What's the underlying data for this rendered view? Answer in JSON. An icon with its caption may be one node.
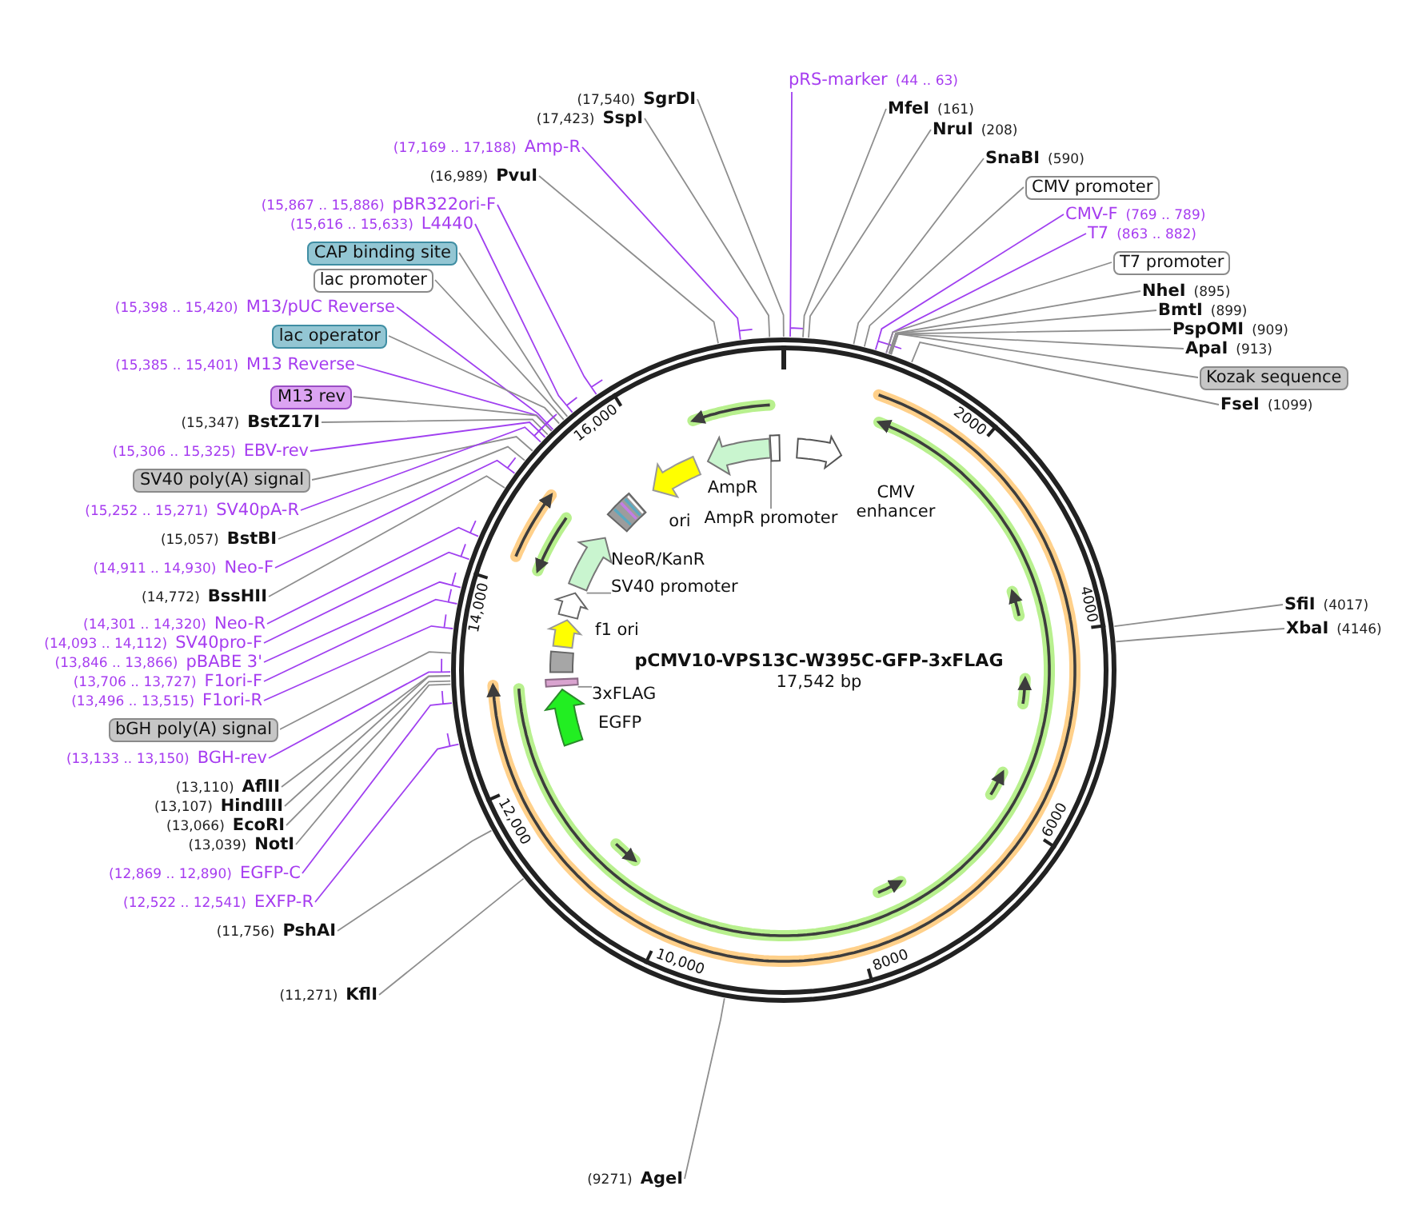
{
  "diagram": {
    "nodes": [
      {
        "text": [
          "pCMV10-VPS13C-W395C-GFP-3xFLAG",
          "17,542 bp"
        ]
      },
      {
        "text": [],
        "shape": "arrow",
        "beside": [
          "CMV enhancer"
        ],
        "in": 0
      },
      {
        "text": [],
        "shape": "box",
        "in": 0
      },
      {
        "text": [
          "AmpR promoter"
        ],
        "in": 0
      },
      {
        "text": [],
        "shape": "arrow",
        "beside": [
          "AmpR"
        ],
        "in": 0
      },
      {
        "text": [],
        "shape": "arrow",
        "beside": [
          "ori"
        ],
        "in": 0
      },
      {
        "text": [],
        "shape": "box",
        "in": 0
      },
      {
        "text": [],
        "shape": "arrow",
        "beside": [
          "NeoR/KanR"
        ],
        "in": 0
      },
      {
        "text": [],
        "shape": "arrow",
        "in": 0
      },
      {
        "text": [
          "SV40 promoter"
        ],
        "in": 0
      },
      {
        "text": [],
        "shape": "arrow",
        "beside": [
          "f1 ori"
        ],
        "in": 0
      },
      {
        "text": [],
        "shape": "box",
        "in": 0
      },
      {
        "text": [],
        "shape": "bar",
        "in": 0
      },
      {
        "text": [
          "3xFLAG"
        ],
        "in": 0
      },
      {
        "text": [],
        "shape": "arrow",
        "beside": [
          "EGFP"
        ],
        "in": 0
      },
      {
        "text": [
          "(17,540)",
          "SgrDI"
        ]
      },
      {
        "text": [
          "(17,423)",
          "SspI"
        ]
      },
      {
        "text": [
          "(17,169 .. 17,188)",
          "Amp-R"
        ]
      },
      {
        "text": [
          "(16,989)",
          "PvuI"
        ]
      },
      {
        "text": [
          "(15,867 .. 15,886)",
          "pBR322ori-F"
        ]
      },
      {
        "text": [
          "(15,616 .. 15,633)",
          "L4440"
        ]
      },
      {
        "text": [
          "CAP binding site"
        ]
      },
      {
        "text": [
          "lac promoter"
        ]
      },
      {
        "text": [
          "(15,398 .. 15,420)",
          "M13/pUC Reverse"
        ]
      },
      {
        "text": [
          "lac operator"
        ]
      },
      {
        "text": [
          "(15,385 .. 15,401)",
          "M13 Reverse"
        ]
      },
      {
        "text": [
          "M13 rev"
        ]
      },
      {
        "text": [
          "(15,347)",
          "BstZ17I"
        ]
      },
      {
        "text": [
          "(15,306 .. 15,325)",
          "EBV-rev"
        ]
      },
      {
        "text": [
          "SV40 poly(A) signal"
        ]
      },
      {
        "text": [
          "(15,252 .. 15,271)",
          "SV40pA-R"
        ]
      },
      {
        "text": [
          "(15,057)",
          "BstBI"
        ]
      },
      {
        "text": [
          "(14,911 .. 14,930)",
          "Neo-F"
        ]
      },
      {
        "text": [
          "(14,772)",
          "BssHII"
        ]
      },
      {
        "text": [
          "(14,301 .. 14,320)",
          "Neo-R"
        ]
      },
      {
        "text": [
          "(14,093 .. 14,112)",
          "SV40pro-F"
        ]
      },
      {
        "text": [
          "(13,846 .. 13,866)",
          "pBABE 3'"
        ]
      },
      {
        "text": [
          "(13,706 .. 13,727)",
          "F1ori-F"
        ]
      },
      {
        "text": [
          "(13,496 .. 13,515)",
          "F1ori-R"
        ]
      },
      {
        "text": [
          "bGH poly(A) signal"
        ]
      },
      {
        "text": [
          "(13,133 .. 13,150)",
          "BGH-rev"
        ]
      },
      {
        "text": [
          "(13,110)",
          "AflII"
        ]
      },
      {
        "text": [
          "(13,107)",
          "HindIII"
        ]
      },
      {
        "text": [
          "(13,066)",
          "EcoRI"
        ]
      },
      {
        "text": [
          "(13,039)",
          "NotI"
        ]
      },
      {
        "text": [
          "(12,869 .. 12,890)",
          "EGFP-C"
        ]
      },
      {
        "text": [
          "(12,522 .. 12,541)",
          "EXFP-R"
        ]
      },
      {
        "text": [
          "(11,756)",
          "PshAI"
        ]
      },
      {
        "text": [
          "(11,271)",
          "KflI"
        ]
      },
      {
        "text": [
          "(9271)",
          "AgeI"
        ]
      },
      {
        "text": [
          "pRS-marker",
          "(44 .. 63)"
        ]
      },
      {
        "text": [
          "MfeI",
          "(161)"
        ]
      },
      {
        "text": [
          "NruI",
          "(208)"
        ]
      },
      {
        "text": [
          "SnaBI",
          "(590)"
        ]
      },
      {
        "text": [
          "CMV promoter"
        ]
      },
      {
        "text": [
          "CMV-F",
          "(769 .. 789)"
        ]
      },
      {
        "text": [
          "T7",
          "(863 .. 882)"
        ]
      },
      {
        "text": [
          "T7 promoter"
        ]
      },
      {
        "text": [
          "NheI",
          "(895)"
        ]
      },
      {
        "text": [
          "BmtI",
          "(899)"
        ]
      },
      {
        "text": [
          "PspOMI",
          "(909)"
        ]
      },
      {
        "text": [
          "ApaI",
          "(913)"
        ]
      },
      {
        "text": [
          "Kozak sequence"
        ]
      },
      {
        "text": [
          "FseI",
          "(1099)"
        ]
      },
      {
        "text": [
          "SfiI",
          "(4017)"
        ]
      },
      {
        "text": [
          "XbaI",
          "(4146)"
        ]
      }
    ],
    "edges": [
      {
        "from": 15,
        "to": 0,
        "arrow": "none"
      },
      {
        "from": 16,
        "to": 0,
        "arrow": "none"
      },
      {
        "from": 17,
        "to": 0,
        "arrow": "none",
        "color": "#a040f0"
      },
      {
        "from": 18,
        "to": 0,
        "arrow": "none"
      },
      {
        "from": 19,
        "to": 0,
        "arrow": "none",
        "color": "#a040f0"
      },
      {
        "from": 20,
        "to": 0,
        "arrow": "none",
        "color": "#a040f0"
      },
      {
        "from": 21,
        "to": 0,
        "arrow": "none"
      },
      {
        "from": 22,
        "to": 0,
        "arrow": "none"
      },
      {
        "from": 23,
        "to": 0,
        "arrow": "none",
        "color": "#a040f0"
      },
      {
        "from": 24,
        "to": 0,
        "arrow": "none"
      },
      {
        "from": 25,
        "to": 0,
        "arrow": "none",
        "color": "#a040f0"
      },
      {
        "from": 26,
        "to": 0,
        "arrow": "none"
      },
      {
        "from": 27,
        "to": 0,
        "arrow": "none"
      },
      {
        "from": 28,
        "to": 0,
        "arrow": "none",
        "color": "#a040f0"
      },
      {
        "from": 29,
        "to": 0,
        "arrow": "none"
      },
      {
        "from": 30,
        "to": 0,
        "arrow": "none",
        "color": "#a040f0"
      },
      {
        "from": 31,
        "to": 0,
        "arrow": "none"
      },
      {
        "from": 32,
        "to": 0,
        "arrow": "none",
        "color": "#a040f0"
      },
      {
        "from": 33,
        "to": 0,
        "arrow": "none"
      },
      {
        "from": 34,
        "to": 0,
        "arrow": "none",
        "color": "#a040f0"
      },
      {
        "from": 35,
        "to": 0,
        "arrow": "none",
        "color": "#a040f0"
      },
      {
        "from": 36,
        "to": 0,
        "arrow": "none",
        "color": "#a040f0"
      },
      {
        "from": 37,
        "to": 0,
        "arrow": "none",
        "color": "#a040f0"
      },
      {
        "from": 38,
        "to": 0,
        "arrow": "none",
        "color": "#a040f0"
      },
      {
        "from": 39,
        "to": 0,
        "arrow": "none"
      },
      {
        "from": 40,
        "to": 0,
        "arrow": "none",
        "color": "#a040f0"
      },
      {
        "from": 41,
        "to": 0,
        "arrow": "none"
      },
      {
        "from": 42,
        "to": 0,
        "arrow": "none"
      },
      {
        "from": 43,
        "to": 0,
        "arrow": "none"
      },
      {
        "from": 44,
        "to": 0,
        "arrow": "none"
      },
      {
        "from": 45,
        "to": 0,
        "arrow": "none",
        "color": "#a040f0"
      },
      {
        "from": 46,
        "to": 0,
        "arrow": "none",
        "color": "#a040f0"
      },
      {
        "from": 47,
        "to": 0,
        "arrow": "none"
      },
      {
        "from": 48,
        "to": 0,
        "arrow": "none"
      },
      {
        "from": 49,
        "to": 0,
        "arrow": "none"
      },
      {
        "from": 50,
        "to": 0,
        "arrow": "none",
        "color": "#a040f0"
      },
      {
        "from": 51,
        "to": 0,
        "arrow": "none"
      },
      {
        "from": 52,
        "to": 0,
        "arrow": "none"
      },
      {
        "from": 53,
        "to": 0,
        "arrow": "none"
      },
      {
        "from": 54,
        "to": 0,
        "arrow": "none"
      },
      {
        "from": 55,
        "to": 0,
        "arrow": "none",
        "color": "#a040f0"
      },
      {
        "from": 56,
        "to": 0,
        "arrow": "none",
        "color": "#a040f0"
      },
      {
        "from": 57,
        "to": 0,
        "arrow": "none"
      },
      {
        "from": 58,
        "to": 0,
        "arrow": "none"
      },
      {
        "from": 59,
        "to": 0,
        "arrow": "none"
      },
      {
        "from": 60,
        "to": 0,
        "arrow": "none"
      },
      {
        "from": 61,
        "to": 0,
        "arrow": "none"
      },
      {
        "from": 62,
        "to": 0,
        "arrow": "none"
      },
      {
        "from": 63,
        "to": 0,
        "arrow": "none"
      },
      {
        "from": 64,
        "to": 0,
        "arrow": "none"
      },
      {
        "from": 65,
        "to": 0,
        "arrow": "none"
      },
      {
        "from": 3,
        "to": 2,
        "arrow": "none"
      },
      {
        "from": 9,
        "to": 8,
        "arrow": "none"
      },
      {
        "from": 13,
        "to": 12,
        "arrow": "none"
      }
    ],
    "labels": [
      "2000",
      "4000",
      "6000",
      "8000",
      "10,000",
      "12,000",
      "14,000",
      "16,000"
    ]
  }
}
